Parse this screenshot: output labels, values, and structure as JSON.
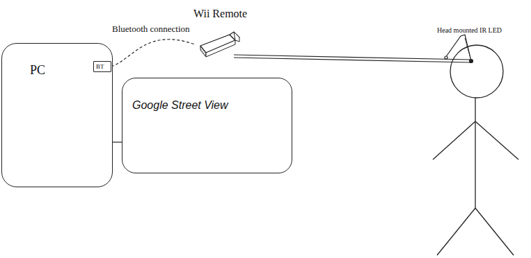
{
  "diagram": {
    "nodes": [
      {
        "text": [
          "PC"
        ]
      },
      {
        "text": [
          "BT"
        ]
      },
      {
        "text": [
          "Wii Remote"
        ]
      },
      {
        "text": [
          "Google Street View"
        ]
      }
    ],
    "edges": [
      {
        "from": 1,
        "to": 2,
        "arrow": "none",
        "label": "Bluetooth connection"
      },
      {
        "from": 0,
        "to": 3,
        "arrow": "none"
      }
    ],
    "labels": [
      "Head mounted IR LED"
    ]
  }
}
